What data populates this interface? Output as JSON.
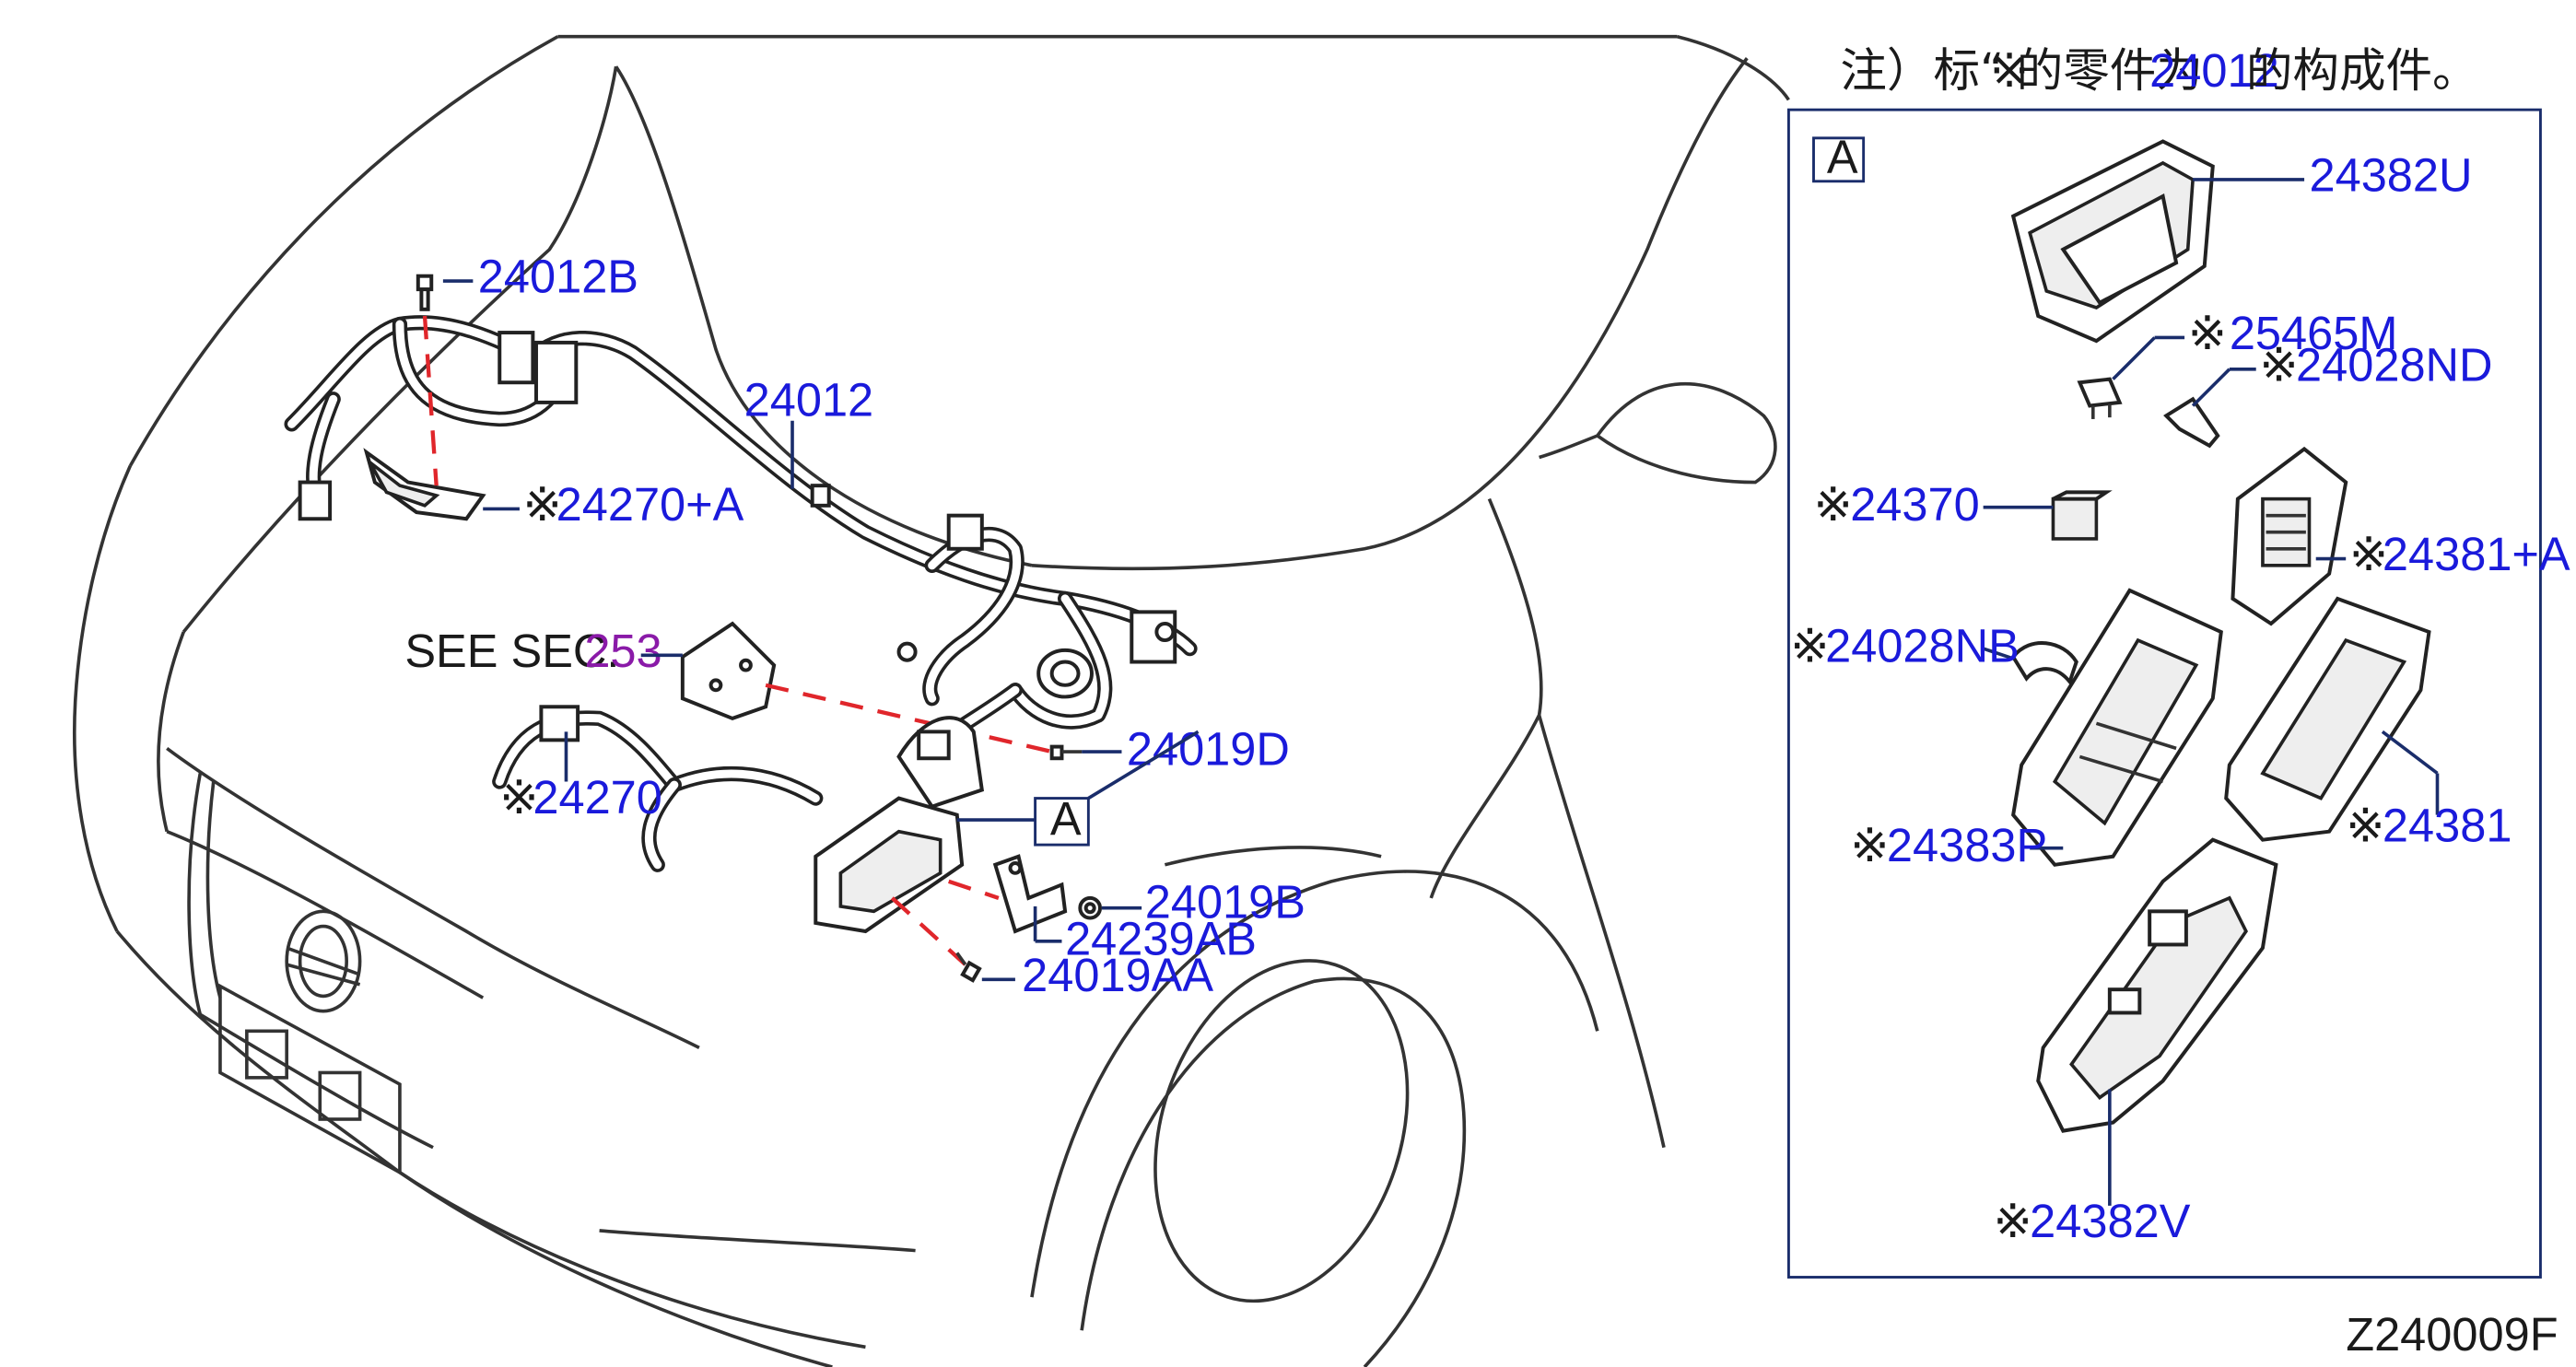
{
  "note": {
    "prefix": "注）标“",
    "mid": "的零件为",
    "ref": "24012",
    "suffix": "的构成件。"
  },
  "see_section": {
    "text": "SEE   SEC.",
    "number": "253"
  },
  "figure_code": "Z240009F",
  "inset_marker": "A",
  "callout_marker": "A",
  "mark": "※",
  "labels": {
    "p24012B": "24012B",
    "p24012": "24012",
    "p24270A": "24270+A",
    "p24270": "24270",
    "p24019D": "24019D",
    "p24019B": "24019B",
    "p24239AB": "24239AB",
    "p24019AA": "24019AA",
    "p24382U": "24382U",
    "p25465M": "25465M",
    "p24028ND": "24028ND",
    "p24370": "24370",
    "p24381A": "24381+A",
    "p24028NB": "24028NB",
    "p24381": "24381",
    "p24383P": "24383P",
    "p24382V": "24382V"
  },
  "colors": {
    "label": "#1a1adb",
    "leader": "#1a2d6b",
    "dashed_line": "#e0262b",
    "section_ref": "#8a1aa8"
  }
}
